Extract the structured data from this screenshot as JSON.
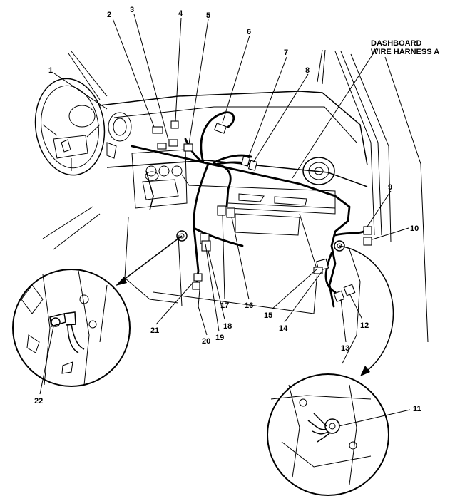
{
  "diagram": {
    "harness_label_line1": "DASHBOARD",
    "harness_label_line2": "WIRE HARNESS A",
    "callouts": [
      {
        "id": "c1",
        "number": "1"
      },
      {
        "id": "c2",
        "number": "2"
      },
      {
        "id": "c3",
        "number": "3"
      },
      {
        "id": "c4",
        "number": "4"
      },
      {
        "id": "c5",
        "number": "5"
      },
      {
        "id": "c6",
        "number": "6"
      },
      {
        "id": "c7",
        "number": "7"
      },
      {
        "id": "c8",
        "number": "8"
      },
      {
        "id": "c9",
        "number": "9"
      },
      {
        "id": "c10",
        "number": "10"
      },
      {
        "id": "c11",
        "number": "11"
      },
      {
        "id": "c12",
        "number": "12"
      },
      {
        "id": "c13",
        "number": "13"
      },
      {
        "id": "c14",
        "number": "14"
      },
      {
        "id": "c15",
        "number": "15"
      },
      {
        "id": "c16",
        "number": "16"
      },
      {
        "id": "c17",
        "number": "17"
      },
      {
        "id": "c18",
        "number": "18"
      },
      {
        "id": "c19",
        "number": "19"
      },
      {
        "id": "c20",
        "number": "20"
      },
      {
        "id": "c21",
        "number": "21"
      },
      {
        "id": "c22",
        "number": "22"
      }
    ]
  }
}
